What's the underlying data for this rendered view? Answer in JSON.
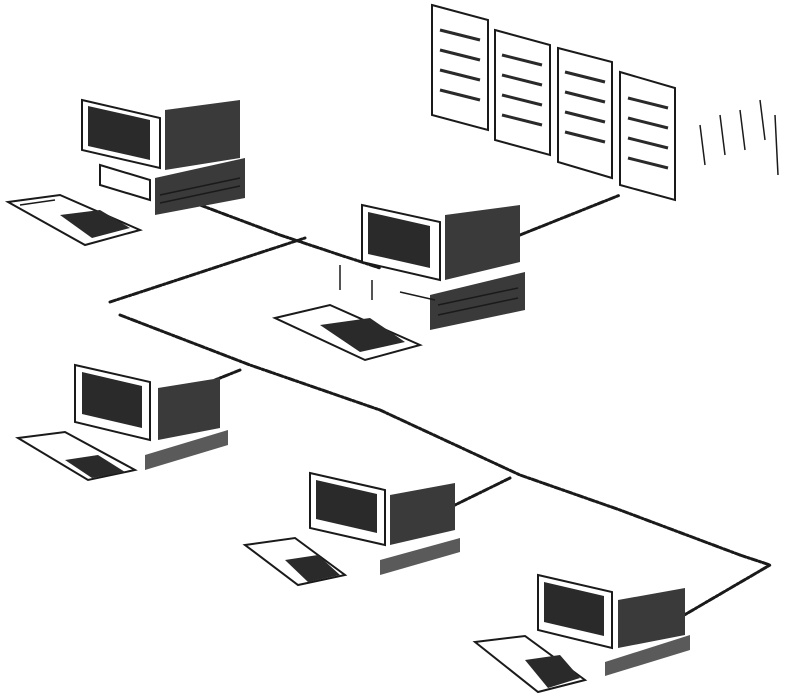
{
  "diagram": {
    "nodes": [
      {
        "id": "workstation-1",
        "icon": "desktop-computer-icon"
      },
      {
        "id": "workstation-2",
        "icon": "desktop-computer-icon"
      },
      {
        "id": "workstation-3",
        "icon": "desktop-computer-icon"
      },
      {
        "id": "workstation-4",
        "icon": "desktop-computer-icon"
      },
      {
        "id": "workstation-5",
        "icon": "desktop-computer-icon"
      },
      {
        "id": "document-stack",
        "icon": "document-pages-icon"
      }
    ],
    "colors": {
      "ink": "#1a1a1a",
      "paper": "#ffffff"
    }
  }
}
